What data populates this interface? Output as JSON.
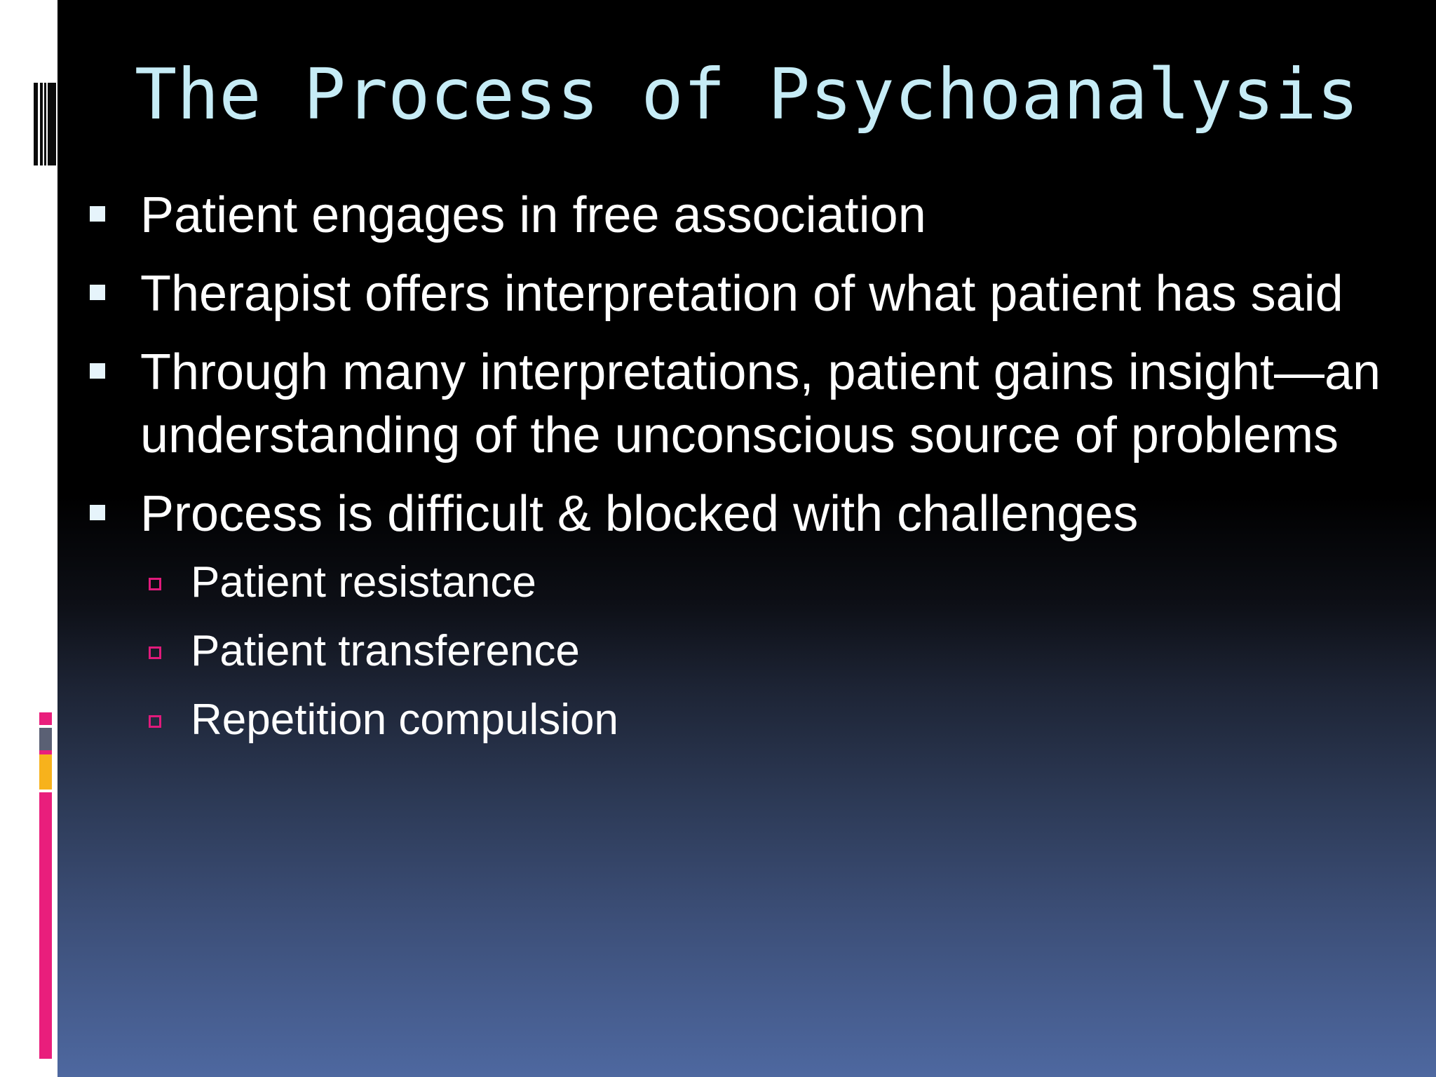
{
  "slide": {
    "title": "The Process of Psychoanalysis",
    "bullets": [
      "Patient engages in free association",
      "Therapist offers interpretation of what patient has said",
      "Through many interpretations, patient gains insight—an understanding of the unconscious source of problems",
      "Process is difficult & blocked with challenges"
    ],
    "sub_bullets": [
      "Patient resistance",
      "Patient transference",
      "Repetition compulsion"
    ]
  },
  "colors": {
    "title": "#c6ecf6",
    "bullet_text": "#ffffff",
    "bullet_marker": "#e6f4fb",
    "sub_bullet_marker": "#e01a7b",
    "accent_pink": "#e91e7c",
    "accent_gray": "#5a6074",
    "accent_orange": "#f7b21c",
    "background_top": "#000000",
    "background_bottom": "#4e68a0"
  },
  "icons": {
    "bullet_marker": "filled-square-icon",
    "sub_bullet_marker": "hollow-square-icon"
  }
}
